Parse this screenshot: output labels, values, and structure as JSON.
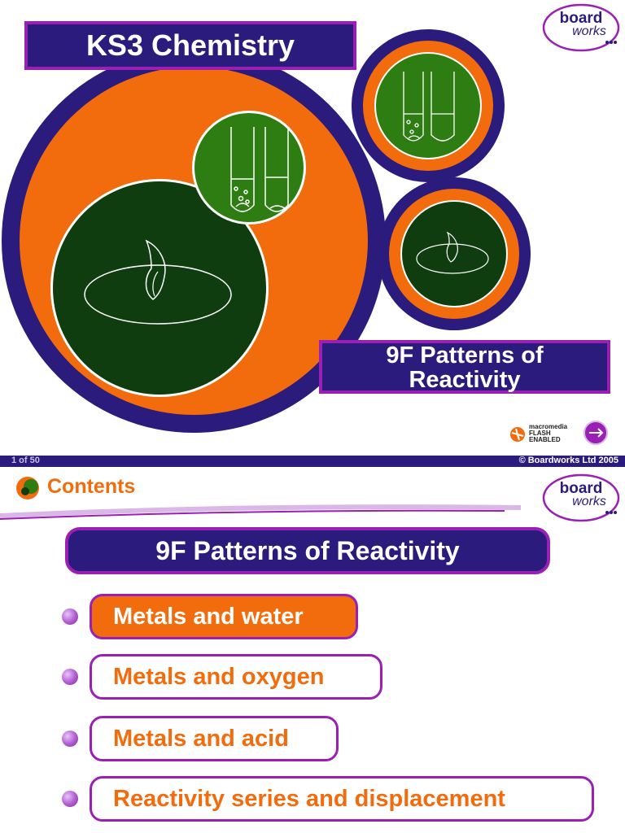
{
  "slide1": {
    "title": "KS3 Chemistry",
    "subtitle_line1": "9F Patterns of",
    "subtitle_line2": "Reactivity",
    "logo_line1": "board",
    "logo_line2": "works",
    "flash_line1": "macromedia",
    "flash_line2": "FLASH",
    "flash_line3": "ENABLED"
  },
  "slide2": {
    "page_counter": "1 of 50",
    "copyright": "© Boardworks Ltd 2005",
    "contents_title": "Contents",
    "section_title": "9F Patterns of Reactivity",
    "logo_line1": "board",
    "logo_line2": "works",
    "menu_items": [
      {
        "label": "Metals and water",
        "active": true
      },
      {
        "label": "Metals and oxygen",
        "active": false
      },
      {
        "label": "Metals and acid",
        "active": false
      },
      {
        "label": "Reactivity series and displacement",
        "active": false
      }
    ]
  },
  "colors": {
    "navy": "#2a1b7c",
    "purple": "#9a20b5",
    "orange": "#f26c0d",
    "dark_green": "#0f3d0f",
    "green": "#2e7d12"
  }
}
